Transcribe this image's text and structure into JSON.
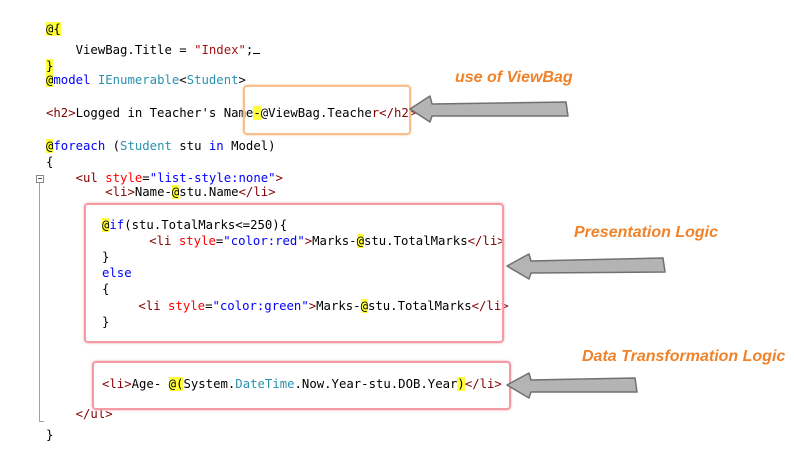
{
  "code_lines": [
    "@{",
    "    ViewBag.Title = \"Index\";",
    "}",
    "@model IEnumerable<Student>",
    "<h2>Logged in Teacher's Name-@ViewBag.Teacher</h2>",
    "@foreach (Student stu in Model)",
    "{",
    "    <ul style=\"list-style:none\">",
    "        <li>Name-@stu.Name</li>",
    "@if(stu.TotalMarks<=250){",
    "        <li style=\"color:red\">Marks-@stu.TotalMarks</li>",
    "}",
    "else",
    "{",
    "      <li style=\"color:green\">Marks-@stu.TotalMarks</li>",
    "}",
    "<li>Age- @(System.DateTime.Now.Year-stu.DOB.Year)</li>",
    "    </ul>",
    "}"
  ],
  "annotations": {
    "viewbag": "use of ViewBag",
    "presentation": "Presentation Logic",
    "transformation": "Data Transformation Logic"
  },
  "colors": {
    "keyword": "#0000ff",
    "type": "#2b91af",
    "string": "#a31515",
    "tag": "#800000",
    "attribute": "#ff0000",
    "razor_highlight": "#ffff3c",
    "annotation_text": "#f0822a",
    "box_orange": "#f7c08c",
    "box_red": "#f49aa4",
    "arrow_fill": "#b4b4b4"
  },
  "icons": {
    "fold": "collapse-minus-icon",
    "arrow": "left-arrow-icon"
  }
}
